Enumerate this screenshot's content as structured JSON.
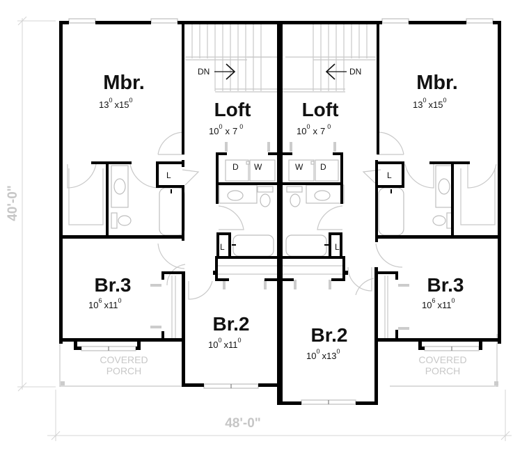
{
  "plan": {
    "overall_width": "48'-0\"",
    "overall_depth": "40'-0\"",
    "units": [
      {
        "side": "left",
        "rooms": [
          {
            "name": "Mbr.",
            "w": "13",
            "wi": "0",
            "d": "15",
            "di": "0"
          },
          {
            "name": "Loft",
            "w": "10",
            "wi": "0",
            "d": "7",
            "di": "0"
          },
          {
            "name": "Br.3",
            "w": "10",
            "wi": "6",
            "d": "11",
            "di": "0"
          },
          {
            "name": "Br.2",
            "w": "10",
            "wi": "0",
            "d": "11",
            "di": "0"
          }
        ],
        "stair_label": "DN",
        "laundry": [
          "D",
          "W"
        ],
        "linen_labels": [
          "L",
          "L"
        ],
        "porch": [
          "COVERED",
          "PORCH"
        ]
      },
      {
        "side": "right",
        "rooms": [
          {
            "name": "Mbr.",
            "w": "13",
            "wi": "0",
            "d": "15",
            "di": "0"
          },
          {
            "name": "Loft",
            "w": "10",
            "wi": "0",
            "d": "7",
            "di": "0"
          },
          {
            "name": "Br.3",
            "w": "10",
            "wi": "6",
            "d": "11",
            "di": "0"
          },
          {
            "name": "Br.2",
            "w": "10",
            "wi": "0",
            "d": "13",
            "di": "0"
          }
        ],
        "stair_label": "DN",
        "laundry": [
          "W",
          "D"
        ],
        "linen_labels": [
          "L",
          "L"
        ],
        "porch": [
          "COVERED",
          "PORCH"
        ]
      }
    ],
    "size_separator": "x"
  }
}
